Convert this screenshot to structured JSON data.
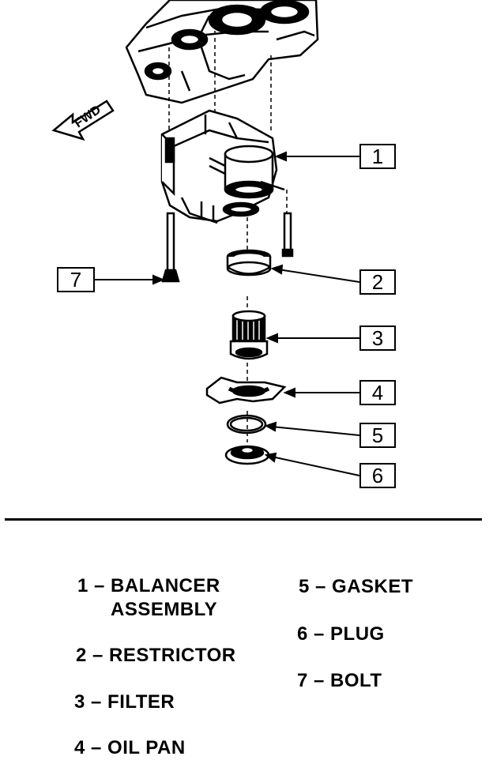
{
  "diagram": {
    "direction_label": "FWD",
    "callouts": [
      "1",
      "2",
      "3",
      "4",
      "5",
      "6",
      "7"
    ]
  },
  "legend": {
    "items": [
      {
        "num": "1",
        "label": "BALANCER",
        "label2": "ASSEMBLY"
      },
      {
        "num": "2",
        "label": "RESTRICTOR"
      },
      {
        "num": "3",
        "label": "FILTER"
      },
      {
        "num": "4",
        "label": "OIL PAN"
      },
      {
        "num": "5",
        "label": "GASKET"
      },
      {
        "num": "6",
        "label": "PLUG"
      },
      {
        "num": "7",
        "label": "BOLT"
      }
    ]
  }
}
